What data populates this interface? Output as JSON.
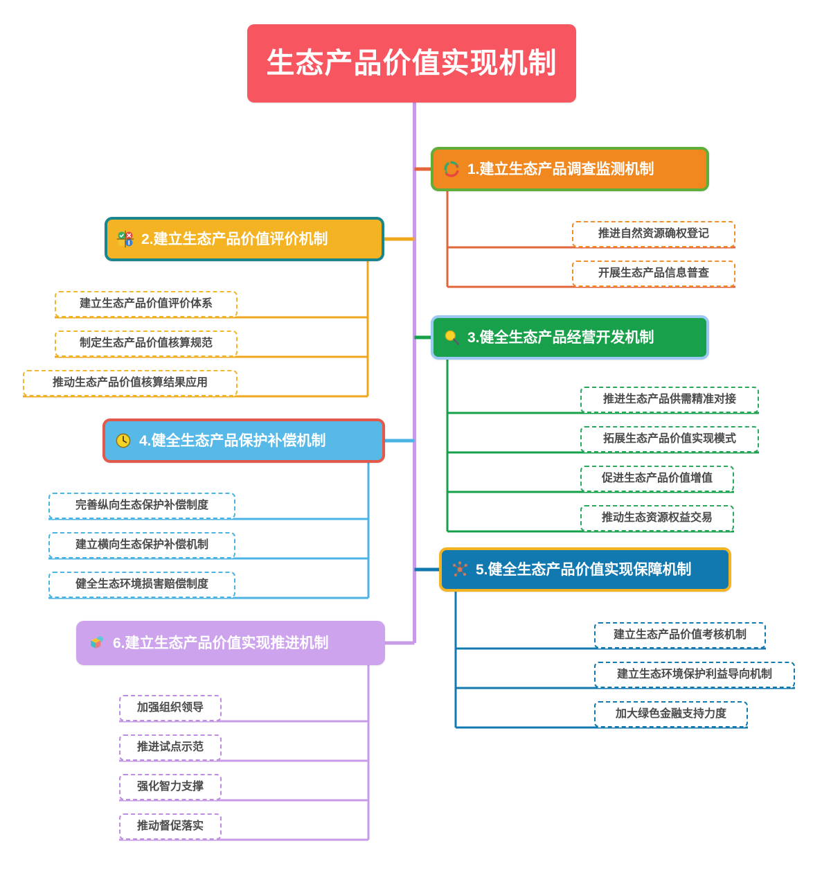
{
  "diagram": {
    "type": "mind-map",
    "title": "生态产品价值实现机制",
    "trunk_color": "#C89BE8",
    "root": {
      "label": "生态产品价值实现机制",
      "fill": "#F7555F",
      "text_color": "#FFFFFF"
    },
    "branches": [
      {
        "label": "1.建立生态产品调查监测机制",
        "icon": "recycle-icon",
        "fill": "#F0871F",
        "border": "#5FAE3C",
        "connector": "#E2663B",
        "side": "right",
        "children": [
          "推进自然资源确权登记",
          "开展生态产品信息普查"
        ]
      },
      {
        "label": "2.建立生态产品价值评价机制",
        "icon": "quadrant-matrix-icon",
        "fill": "#F3B323",
        "border": "#18858F",
        "connector": "#EFA71E",
        "side": "left",
        "children": [
          "建立生态产品价值评价体系",
          "制定生态产品价值核算规范",
          "推动生态产品价值核算结果应用"
        ]
      },
      {
        "label": "3.健全生态产品经营开发机制",
        "icon": "magnifier-icon",
        "fill": "#18A04A",
        "border": "#9BC8F2",
        "connector": "#15A04A",
        "side": "right",
        "children": [
          "推进生态产品供需精准对接",
          "拓展生态产品价值实现模式",
          "促进生态产品价值增值",
          "推动生态资源权益交易"
        ]
      },
      {
        "label": "4.健全生态产品保护补偿机制",
        "icon": "clock-icon",
        "fill": "#56B9E8",
        "border": "#E4584A",
        "connector": "#4BB4E5",
        "side": "left",
        "children": [
          "完善纵向生态保护补偿制度",
          "建立横向生态保护补偿机制",
          "健全生态环境损害赔偿制度"
        ]
      },
      {
        "label": "5.健全生态产品价值实现保障机制",
        "icon": "network-nodes-icon",
        "fill": "#1279B0",
        "border": "#F3B323",
        "connector": "#1279B0",
        "side": "right",
        "children": [
          "建立生态产品价值考核机制",
          "建立生态环境保护利益导向机制",
          "加大绿色金融支持力度"
        ]
      },
      {
        "label": "6.建立生态产品价值实现推进机制",
        "icon": "gift-balloon-icon",
        "fill": "#CEA3ED",
        "border": "#CEA3ED",
        "connector": "#C89BE8",
        "side": "left",
        "children": [
          "加强组织领导",
          "推进试点示范",
          "强化智力支撑",
          "推动督促落实"
        ]
      }
    ]
  }
}
